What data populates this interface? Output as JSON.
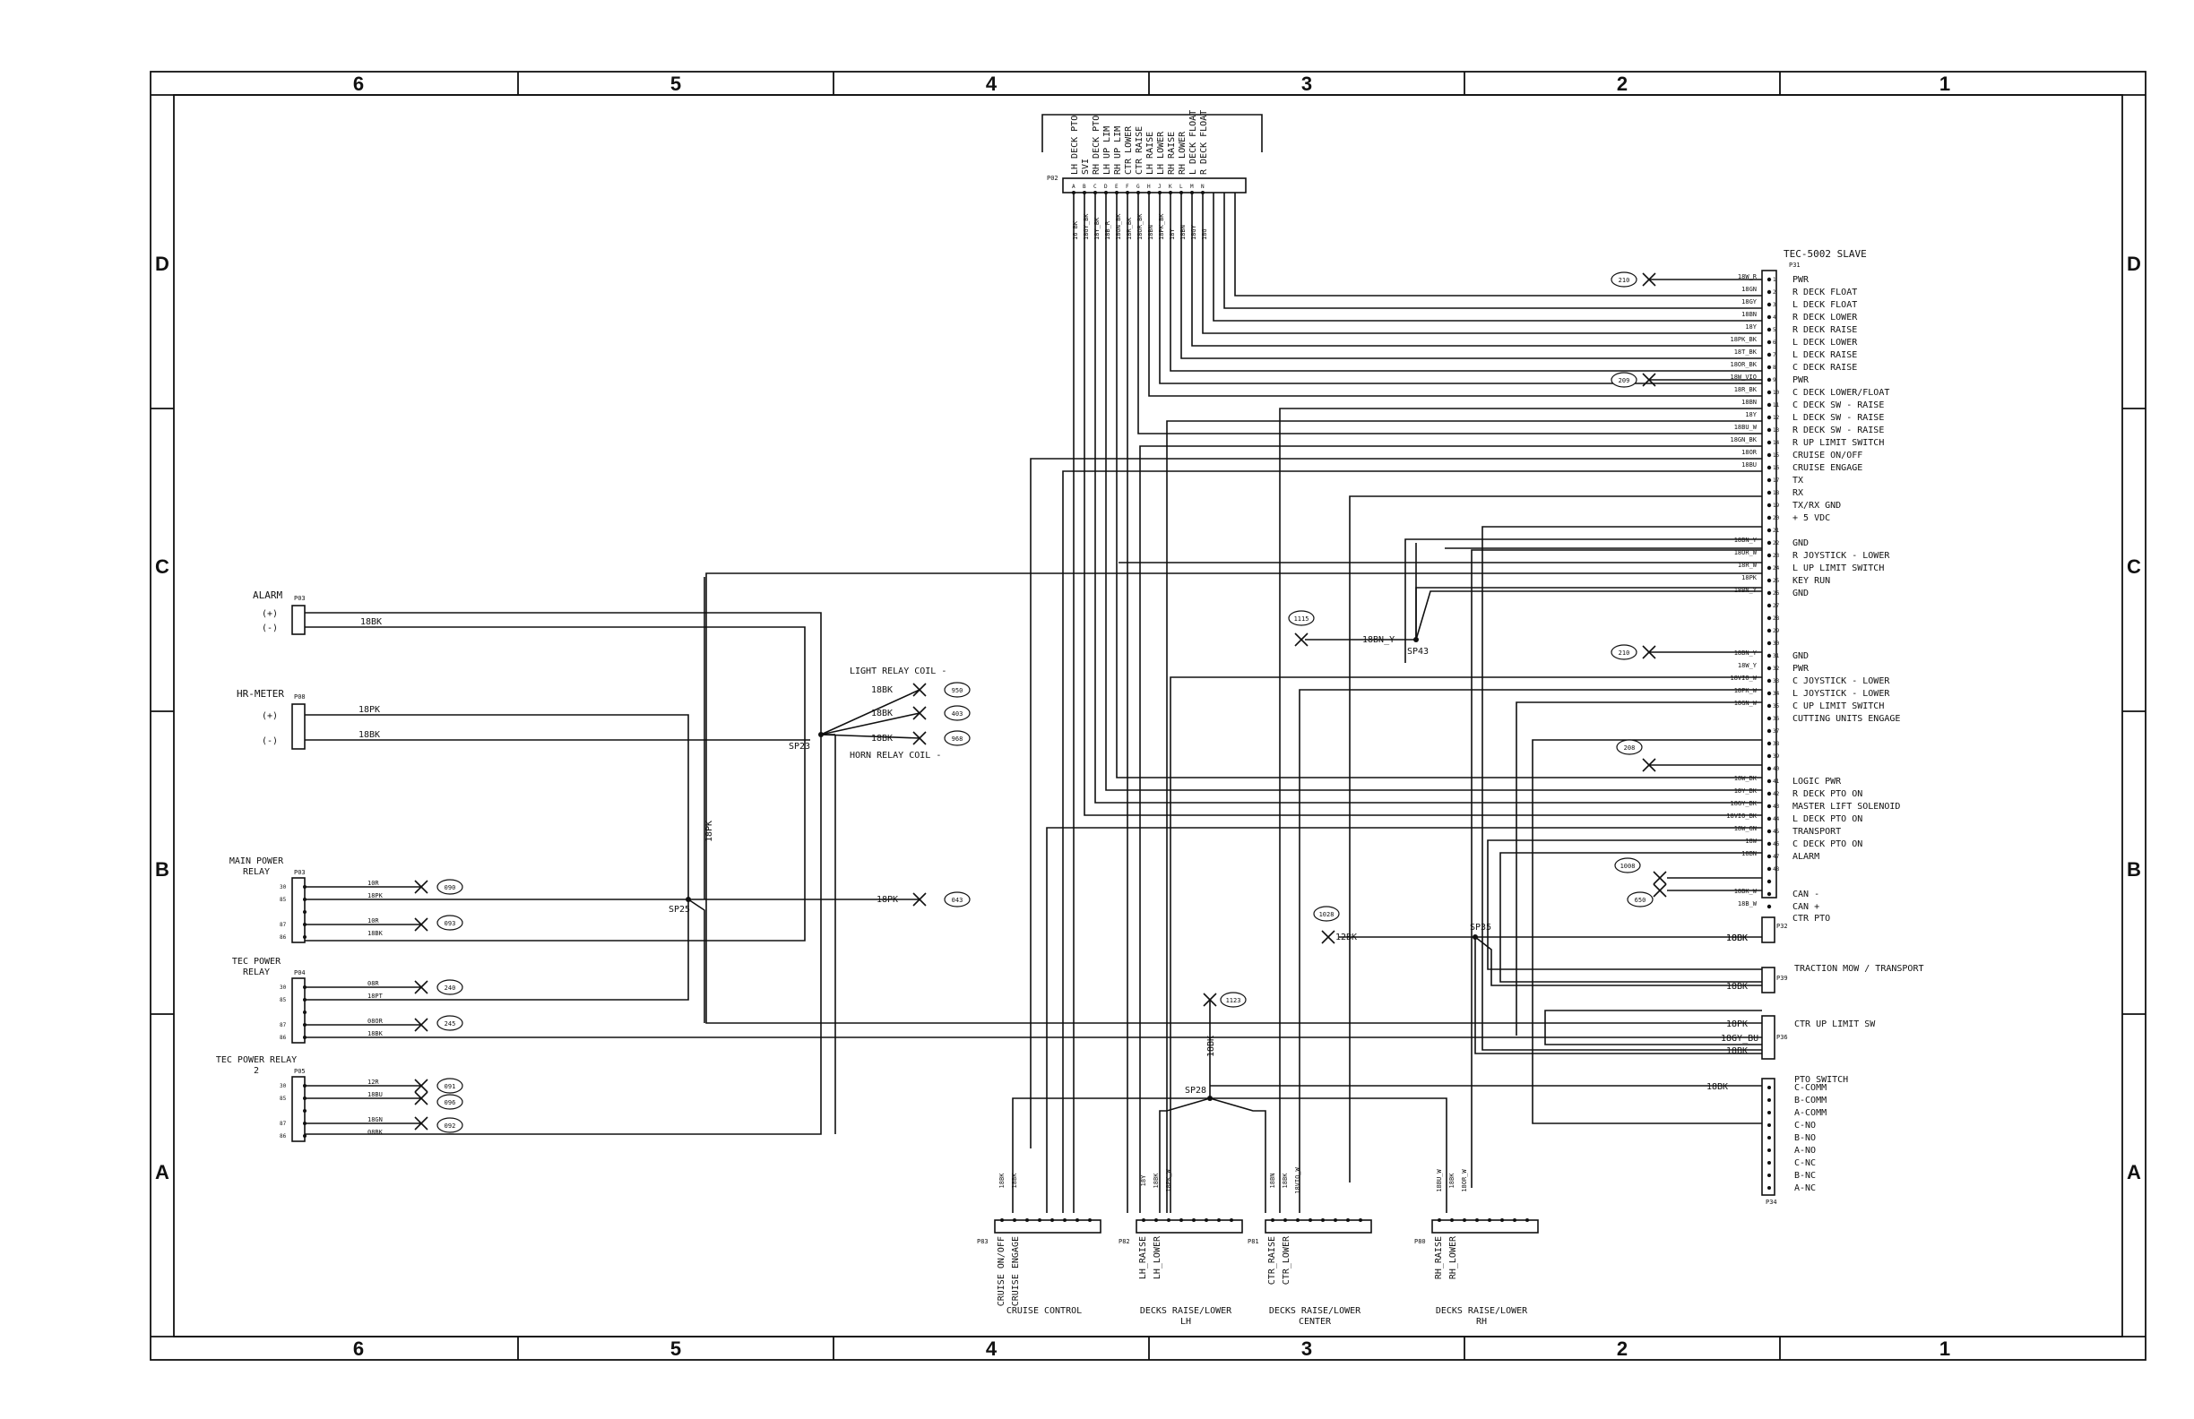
{
  "grid": {
    "cols": [
      "6",
      "5",
      "4",
      "3",
      "2",
      "1"
    ],
    "rows": [
      "D",
      "C",
      "B",
      "A"
    ]
  },
  "connectors": {
    "p02": {
      "id": "P02",
      "labels": [
        "LH DECK PTO",
        "SVI",
        "RH DECK PTO",
        "LH UP LIM",
        "RH UP LIM",
        "CTR LOWER",
        "CTR RAISE",
        "LH RAISE",
        "LH LOWER",
        "RH RAISE",
        "RH LOWER",
        "L DECK FLOAT",
        "R DECK FLOAT"
      ],
      "pins": [
        "A",
        "B",
        "C",
        "D",
        "E",
        "F",
        "G",
        "H",
        "J",
        "K",
        "L",
        "M",
        "N"
      ],
      "wires": [
        "16 BK",
        "18GY_BK",
        "18Y_BK",
        "18B_R",
        "18GN_BK",
        "18R_BK",
        "18OR_BK",
        "18BN",
        "18PK_BK",
        "18Y",
        "18BN",
        "18GY",
        "18G"
      ]
    },
    "p31": {
      "title": "TEC-5002 SLAVE",
      "id": "P31",
      "pins": [
        "1",
        "2",
        "3",
        "4",
        "5",
        "6",
        "7",
        "8",
        "9",
        "10",
        "11",
        "12",
        "13",
        "14",
        "15",
        "16",
        "17",
        "18",
        "19",
        "20",
        "21",
        "22",
        "23",
        "24",
        "25",
        "26",
        "27",
        "28",
        "29",
        "30",
        "31",
        "32",
        "33",
        "34",
        "35",
        "36",
        "37",
        "38",
        "39",
        "40",
        "41",
        "42",
        "43",
        "44",
        "45",
        "46",
        "47",
        "48"
      ],
      "functions": [
        "PWR",
        "R DECK FLOAT",
        "L DECK FLOAT",
        "R DECK LOWER",
        "R DECK RAISE",
        "L DECK LOWER",
        "L DECK RAISE",
        "C DECK RAISE",
        "PWR",
        "C DECK LOWER/FLOAT",
        "C DECK SW - RAISE",
        "L DECK SW - RAISE",
        "R DECK SW - RAISE",
        "R UP LIMIT SWITCH",
        "CRUISE ON/OFF",
        "CRUISE ENGAGE",
        "TX",
        "RX",
        "TX/RX GND",
        "+ 5 VDC",
        "",
        "GND",
        "R JOYSTICK - LOWER",
        "L UP LIMIT SWITCH",
        "KEY RUN",
        "GND",
        "",
        "",
        "",
        "",
        "GND",
        "PWR",
        "C JOYSTICK - LOWER",
        "L JOYSTICK - LOWER",
        "C UP LIMIT SWITCH",
        "CUTTING UNITS ENGAGE",
        "",
        "",
        "",
        "",
        "LOGIC PWR",
        "R DECK PTO ON",
        "MASTER LIFT SOLENOID",
        "L DECK PTO ON",
        "TRANSPORT",
        "C DECK PTO ON",
        "ALARM",
        "",
        "",
        "CAN -",
        "CAN +"
      ],
      "wires": [
        "18W_R",
        "18GN",
        "18GY",
        "18BN",
        "18Y",
        "18PK_BK",
        "18T_BK",
        "18OR_BK",
        "18W_VIO",
        "18R_BK",
        "18BN",
        "18Y",
        "18BU_W",
        "18GN_BK",
        "18OR",
        "18BU",
        "",
        "",
        "",
        "",
        "",
        "18BN_Y",
        "18OR_W",
        "18R_W",
        "18PK",
        "18BN_Y",
        "",
        "",
        "",
        "",
        "18BN_Y",
        "18W_Y",
        "18VIO_W",
        "18PK_W",
        "18GN_W",
        "",
        "",
        "",
        "",
        "",
        "18W_BK",
        "18Y_BK",
        "18GY_BK",
        "18VIO_BK",
        "18W_GN",
        "18W",
        "18BN",
        "",
        "",
        "18BK_W",
        "18B_W"
      ]
    },
    "alarm": {
      "name": "ALARM",
      "id": "P03",
      "pins": [
        "(+)",
        "(-)"
      ],
      "wire": "18BK"
    },
    "hrmeter": {
      "name": "HR-METER",
      "id": "P08",
      "pins": [
        "(+)",
        "(-)"
      ],
      "wires": [
        "18PK",
        "18BK"
      ]
    },
    "mainrelay": {
      "name": "MAIN POWER RELAY",
      "id": "P03",
      "pins": [
        "30",
        "85",
        "87",
        "86"
      ],
      "wires": [
        "10R",
        "18PK",
        "10R",
        "18BK"
      ]
    },
    "tecrelay": {
      "name": "TEC POWER RELAY",
      "id": "P04",
      "pins": [
        "30",
        "85",
        "87",
        "86"
      ],
      "wires": [
        "08R",
        "18PT",
        "08OR",
        "18BK"
      ]
    },
    "tecrelay2": {
      "name": "TEC POWER RELAY 2",
      "id": "P05",
      "pins": [
        "30",
        "85",
        "87",
        "86"
      ],
      "wires": [
        "12R",
        "18BU",
        "18GN",
        "08BK"
      ]
    },
    "p32": {
      "name": "CTR PTO",
      "id": "P32",
      "wire": "18BK"
    },
    "p39": {
      "name": "TRACTION MOW / TRANSPORT",
      "id": "P39",
      "wire": "18BK"
    },
    "p36": {
      "name": "CTR UP LIMIT SW",
      "id": "P36",
      "wires": [
        "18PK",
        "18GY_BU",
        "18BK"
      ]
    },
    "p34": {
      "name": "PTO SWITCH",
      "id": "P34",
      "wire": "18BK",
      "pins": [
        "C-COMM",
        "B-COMM",
        "A-COMM",
        "C-NO",
        "B-NO",
        "A-NO",
        "C-NC",
        "B-NC",
        "A-NC"
      ]
    },
    "cruise": {
      "name": "CRUISE CONTROL",
      "id": "P83",
      "labels": [
        "CRUISE ON/OFF",
        "CRUISE ENGAGE"
      ],
      "wires": [
        "18BK",
        "18BK"
      ]
    },
    "lh": {
      "name": "DECKS RAISE/LOWER LH",
      "id": "P82",
      "labels": [
        "LH_RAISE",
        "LH_LOWER"
      ],
      "wires": [
        "18Y",
        "18BK",
        "18PK_W"
      ]
    },
    "ctr": {
      "name": "DECKS RAISE/LOWER CENTER",
      "id": "P81",
      "labels": [
        "CTR_RAISE",
        "CTR_LOWER"
      ],
      "wires": [
        "18BN",
        "18BK",
        "18VIO_W"
      ]
    },
    "rh": {
      "name": "DECKS RAISE/LOWER RH",
      "id": "P80",
      "labels": [
        "RH_RAISE",
        "RH_LOWER"
      ],
      "wires": [
        "18BU_W",
        "18BK",
        "18OR_W"
      ]
    }
  },
  "coil_labels": [
    "LIGHT RELAY COIL -",
    "HORN RELAY COIL -"
  ],
  "splices": [
    "SP23",
    "SP25",
    "SP43",
    "SP35",
    "SP28"
  ],
  "refs": [
    "210",
    "209",
    "1115",
    "210",
    "208",
    "1008",
    "650",
    "1028",
    "1123",
    "950",
    "403",
    "968",
    "043",
    "090",
    "093",
    "240",
    "245",
    "091",
    "096",
    "092"
  ],
  "wire_misc": [
    "18BK",
    "18BK",
    "18BK",
    "18PK",
    "18BK",
    "18BN_Y",
    "12BK",
    "18BK",
    "18PK"
  ]
}
